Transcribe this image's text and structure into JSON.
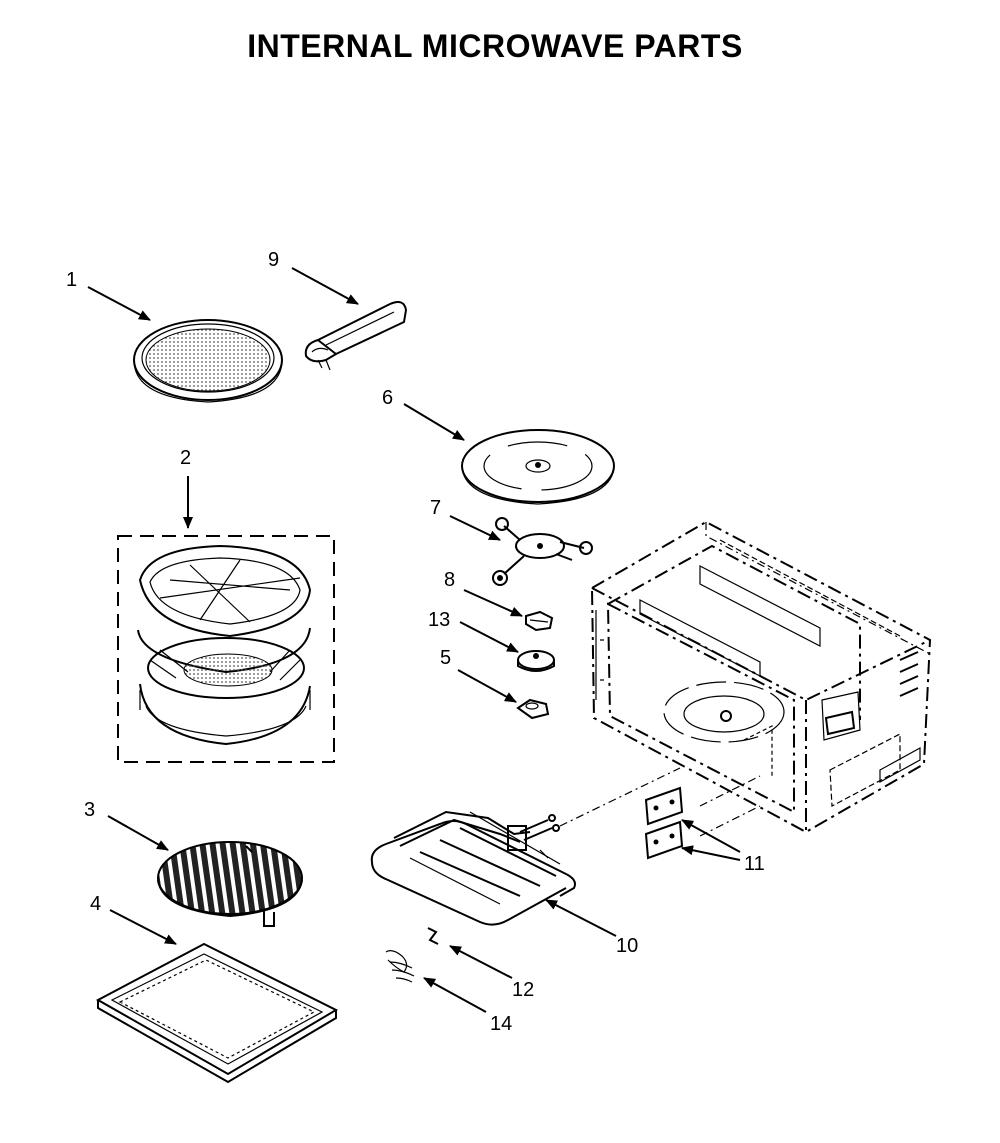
{
  "title": "INTERNAL MICROWAVE PARTS",
  "callouts": {
    "c1": "1",
    "c2": "2",
    "c3": "3",
    "c4": "4",
    "c5": "5",
    "c6": "6",
    "c7": "7",
    "c8": "8",
    "c9": "9",
    "c10": "10",
    "c11": "11",
    "c12": "12",
    "c13": "13",
    "c14": "14"
  }
}
